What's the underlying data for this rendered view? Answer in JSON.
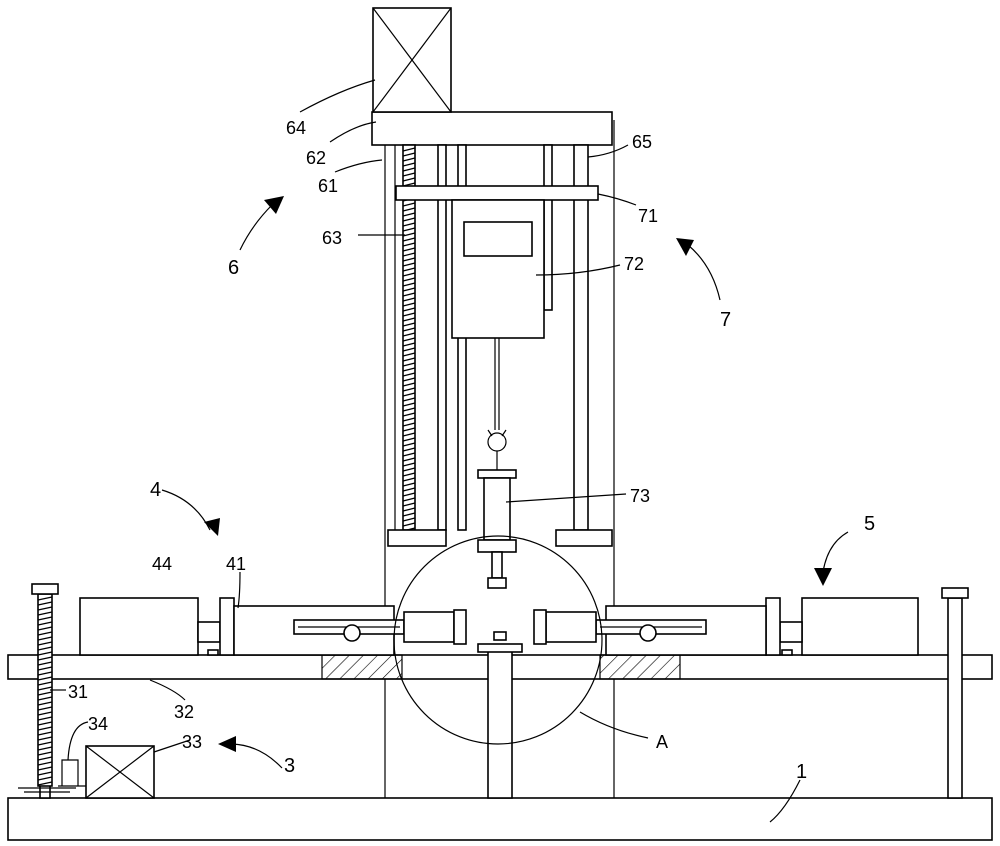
{
  "labels": {
    "l1": "1",
    "l3": "3",
    "l4": "4",
    "l5": "5",
    "l6": "6",
    "l7": "7",
    "l31": "31",
    "l32": "32",
    "l33": "33",
    "l34": "34",
    "l41": "41",
    "l44": "44",
    "l61": "61",
    "l62": "62",
    "l63": "63",
    "l64": "64",
    "l65": "65",
    "l71": "71",
    "l72": "72",
    "l73": "73",
    "lA": "A"
  },
  "colors": {
    "line": "#000000",
    "background": "#ffffff"
  }
}
